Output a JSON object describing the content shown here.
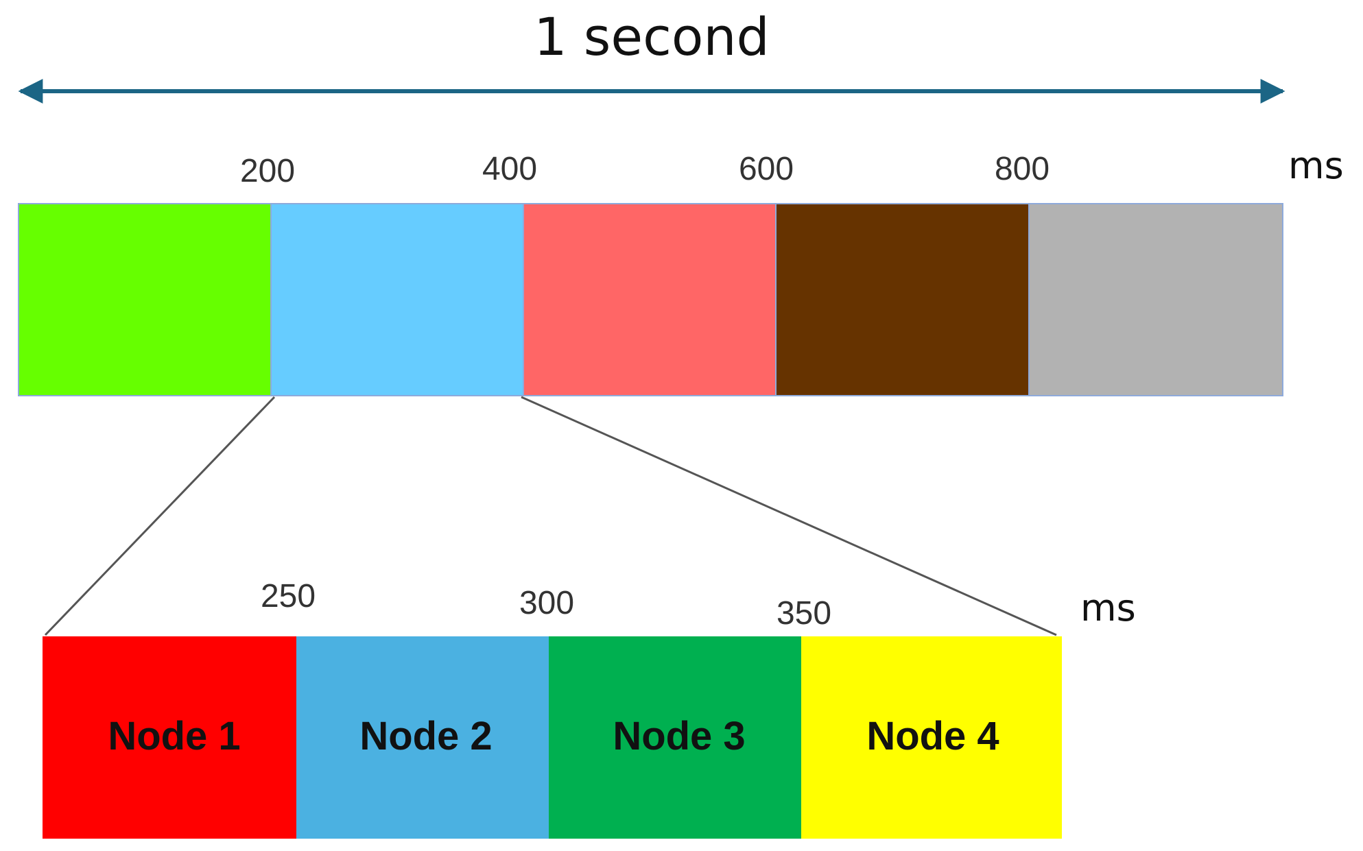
{
  "header": {
    "title": "1 second"
  },
  "timeline": {
    "unit": "ms",
    "ticks": [
      "200",
      "400",
      "600",
      "800"
    ],
    "segments": [
      {
        "color": "#66ff00"
      },
      {
        "color": "#66ccff"
      },
      {
        "color": "#ff6666"
      },
      {
        "color": "#663300"
      },
      {
        "color": "#b2b2b2"
      }
    ]
  },
  "zoom": {
    "unit": "ms",
    "ticks": [
      "250",
      "300",
      "350"
    ],
    "nodes": [
      {
        "label": "Node 1",
        "color": "#ff0000"
      },
      {
        "label": "Node 2",
        "color": "#4bb1e1"
      },
      {
        "label": "Node 3",
        "color": "#00b050"
      },
      {
        "label": "Node 4",
        "color": "#ffff00"
      }
    ]
  },
  "colors": {
    "arrow": "#1b6585",
    "connector": "#555555"
  }
}
